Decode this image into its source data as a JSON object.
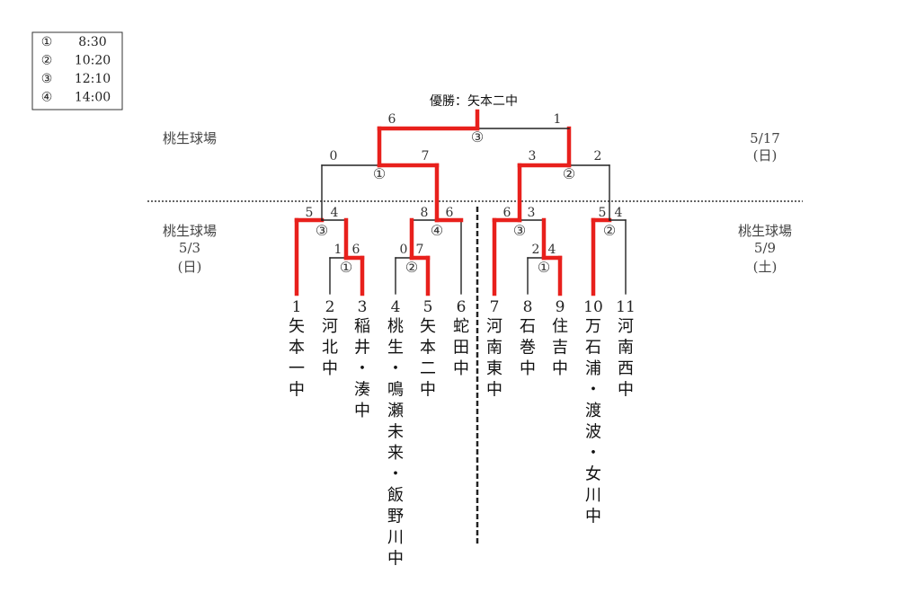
{
  "colors": {
    "winner": "#e8201c",
    "line": "#222222",
    "score": "#e34040"
  },
  "legend": [
    {
      "mark": "①",
      "time": "8:30"
    },
    {
      "mark": "②",
      "time": "10:20"
    },
    {
      "mark": "③",
      "time": "12:10"
    },
    {
      "mark": "④",
      "time": "14:00"
    }
  ],
  "champion": "優勝：矢本二中",
  "venues": {
    "top_left": {
      "name": "桃生球場"
    },
    "top_right": {
      "date": "5/17",
      "day": "(日)"
    },
    "mid_left": {
      "name": "桃生球場",
      "date": "5/3",
      "day": "(日)"
    },
    "mid_right": {
      "name": "桃生球場",
      "date": "5/9",
      "day": "(土)"
    }
  },
  "teams": [
    {
      "num": "1",
      "name": "矢本一中"
    },
    {
      "num": "2",
      "name": "河北中"
    },
    {
      "num": "3",
      "name": "稲井・湊中"
    },
    {
      "num": "4",
      "name": "桃生・鳴瀬未来・飯野川中"
    },
    {
      "num": "5",
      "name": "矢本二中"
    },
    {
      "num": "6",
      "name": "蛇田中"
    },
    {
      "num": "7",
      "name": "河南東中"
    },
    {
      "num": "8",
      "name": "石巻中"
    },
    {
      "num": "9",
      "name": "住吉中"
    },
    {
      "num": "10",
      "name": "万石浦・渡波・女川中"
    },
    {
      "num": "11",
      "name": "河南西中"
    }
  ],
  "matches": [
    {
      "id": "r1_a",
      "slot": "①",
      "scores": [
        "1",
        "6"
      ]
    },
    {
      "id": "r1_b",
      "slot": "②",
      "scores": [
        "0",
        "7"
      ]
    },
    {
      "id": "r1_c",
      "slot": "①",
      "scores": [
        "2",
        "4"
      ]
    },
    {
      "id": "r2_a",
      "slot": "③",
      "scores": [
        "5",
        "4"
      ]
    },
    {
      "id": "r2_b",
      "slot": "④",
      "scores": [
        "8",
        "6"
      ]
    },
    {
      "id": "r2_c",
      "slot": "③",
      "scores": [
        "6",
        "3"
      ]
    },
    {
      "id": "r2_d",
      "slot": "②",
      "scores": [
        "5",
        "4"
      ]
    },
    {
      "id": "sf_a",
      "slot": "①",
      "scores": [
        "0",
        "7"
      ]
    },
    {
      "id": "sf_b",
      "slot": "②",
      "scores": [
        "3",
        "2"
      ]
    },
    {
      "id": "final",
      "slot": "③",
      "scores": [
        "6",
        "1"
      ]
    }
  ]
}
